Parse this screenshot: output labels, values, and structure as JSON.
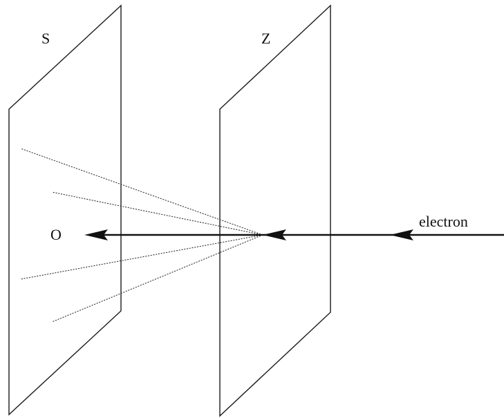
{
  "labels": {
    "screen": "S",
    "slit_plate": "Z",
    "origin": "O",
    "particle": "electron"
  },
  "colors": {
    "ink": "#111111",
    "background": "#ffffff"
  }
}
